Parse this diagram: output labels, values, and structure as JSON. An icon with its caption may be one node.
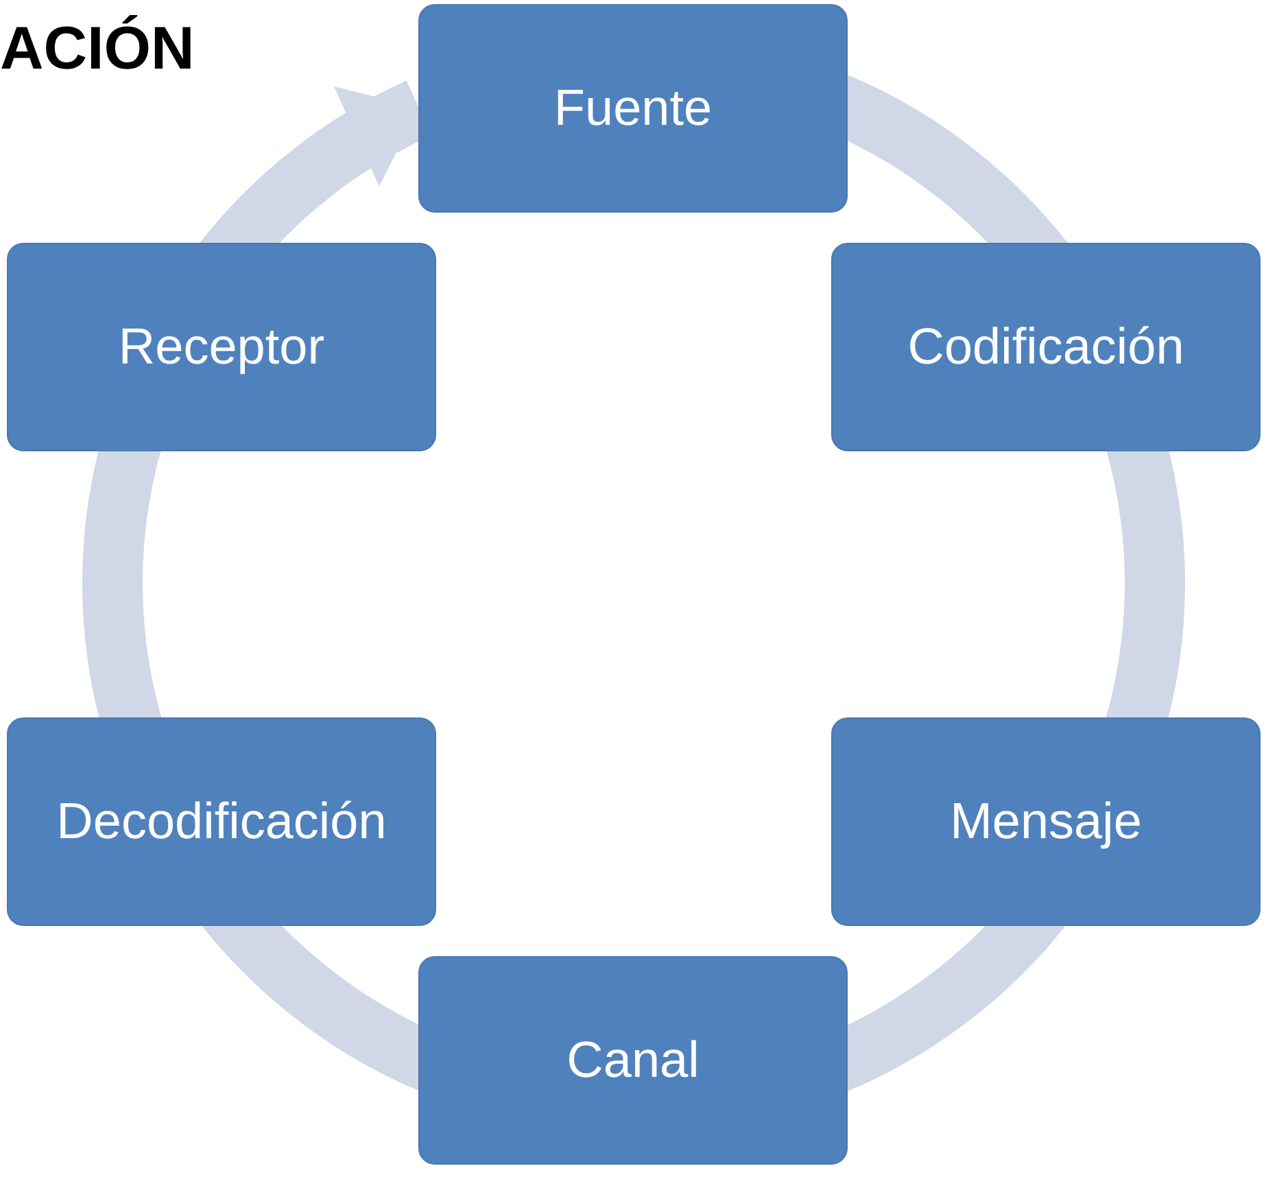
{
  "diagram": {
    "nodes": [
      {
        "text": [
          "Fuente"
        ]
      },
      {
        "text": [
          "Codificación"
        ]
      },
      {
        "text": [
          "Mensaje"
        ]
      },
      {
        "text": [
          "Canal"
        ]
      },
      {
        "text": [
          "Decodificación"
        ]
      },
      {
        "text": [
          "Receptor"
        ]
      }
    ],
    "edges": [
      {
        "from": 0,
        "to": 1,
        "arrow": "none"
      },
      {
        "from": 1,
        "to": 2,
        "arrow": "none"
      },
      {
        "from": 2,
        "to": 3,
        "arrow": "none"
      },
      {
        "from": 3,
        "to": 4,
        "arrow": "none"
      },
      {
        "from": 4,
        "to": 5,
        "arrow": "none"
      },
      {
        "from": 5,
        "to": 0,
        "arrow": "to"
      }
    ],
    "labels": [
      "ACIÓN"
    ]
  }
}
